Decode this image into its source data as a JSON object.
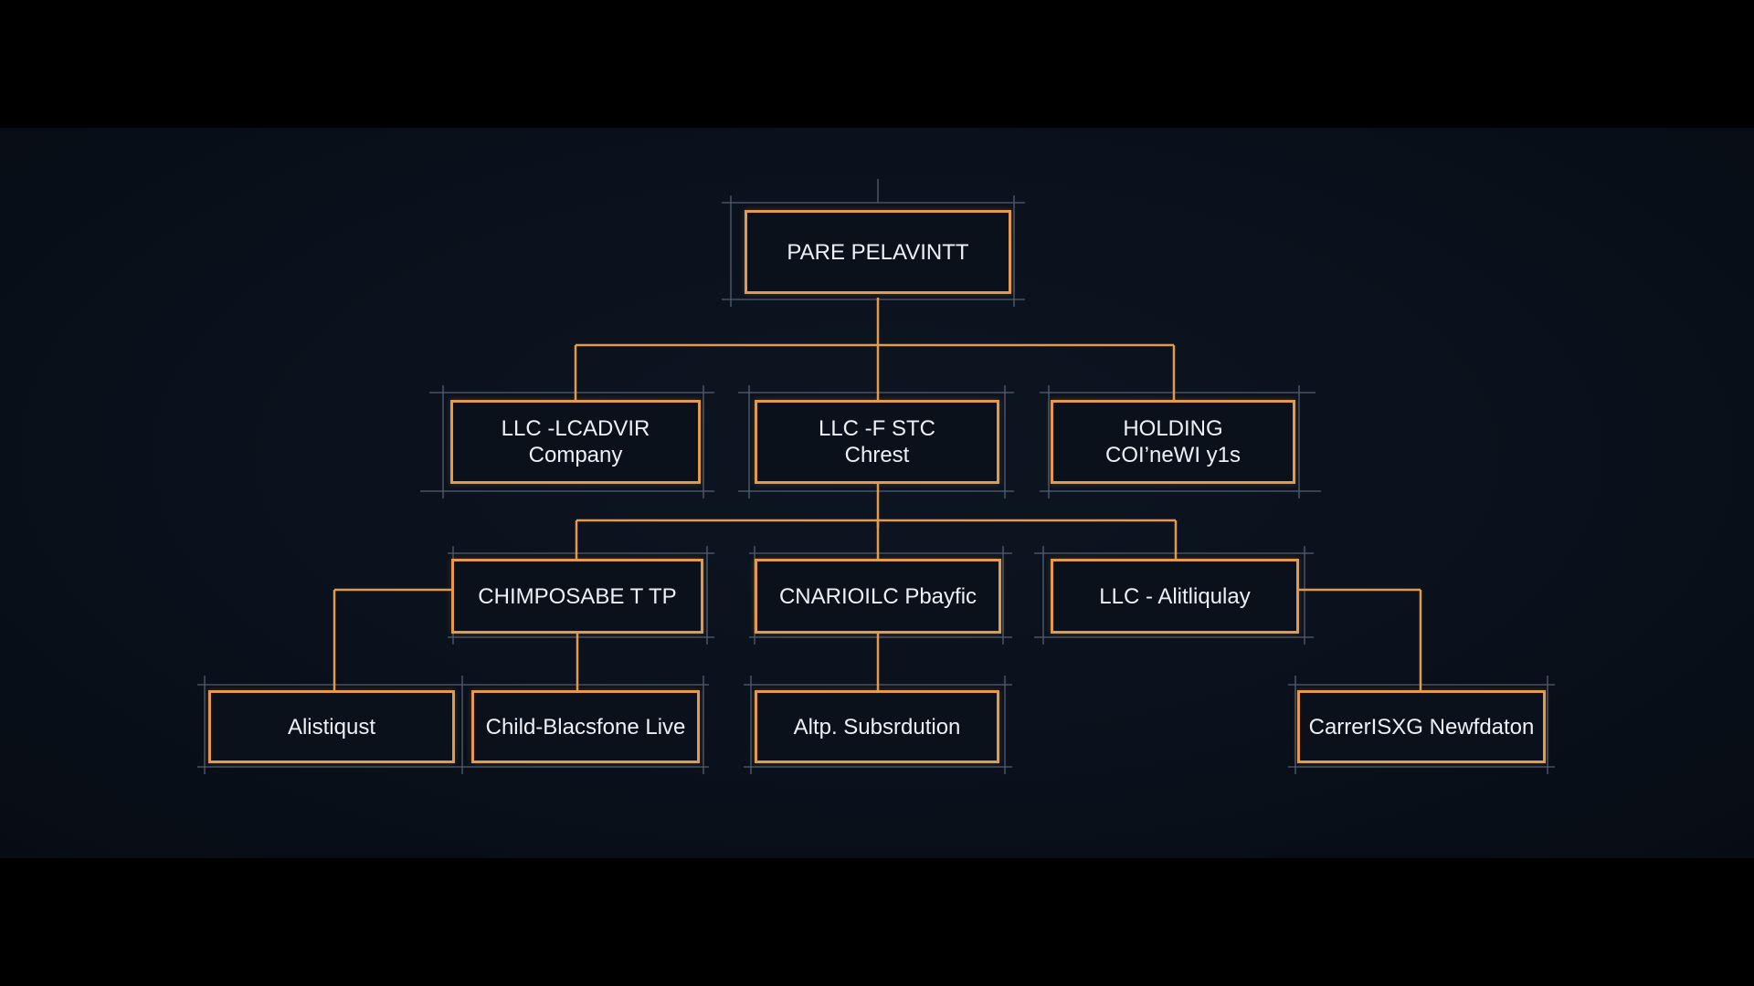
{
  "colors": {
    "node_border": "#e39a4b",
    "connector": "#e39a4b",
    "guide_lines": "#5f6c80",
    "text": "#eef0f4",
    "background": "#0a111c"
  },
  "diagram": {
    "root": {
      "line1": "PARE PELAVINTT",
      "line2": ""
    },
    "level1": [
      {
        "line1": "LLC -LCADVIR",
        "line2": "Company"
      },
      {
        "line1": "LLC -F STC",
        "line2": "Chrest"
      },
      {
        "line1": "HOLDING",
        "line2": "COI’neWI y1s"
      }
    ],
    "level2": [
      {
        "line1": "CHIMPOSABE T TP",
        "line2": ""
      },
      {
        "line1": "CNARIOILC Pbayfic",
        "line2": ""
      },
      {
        "line1": "LLC - Alitliqulay",
        "line2": ""
      }
    ],
    "level3": [
      {
        "line1": "Alistiqust",
        "line2": ""
      },
      {
        "line1": "Child-Blacsfone Live",
        "line2": ""
      },
      {
        "line1": "Altp. Subsrdution",
        "line2": ""
      },
      {
        "line1": "CarrerISXG Newfdaton",
        "line2": ""
      }
    ]
  }
}
